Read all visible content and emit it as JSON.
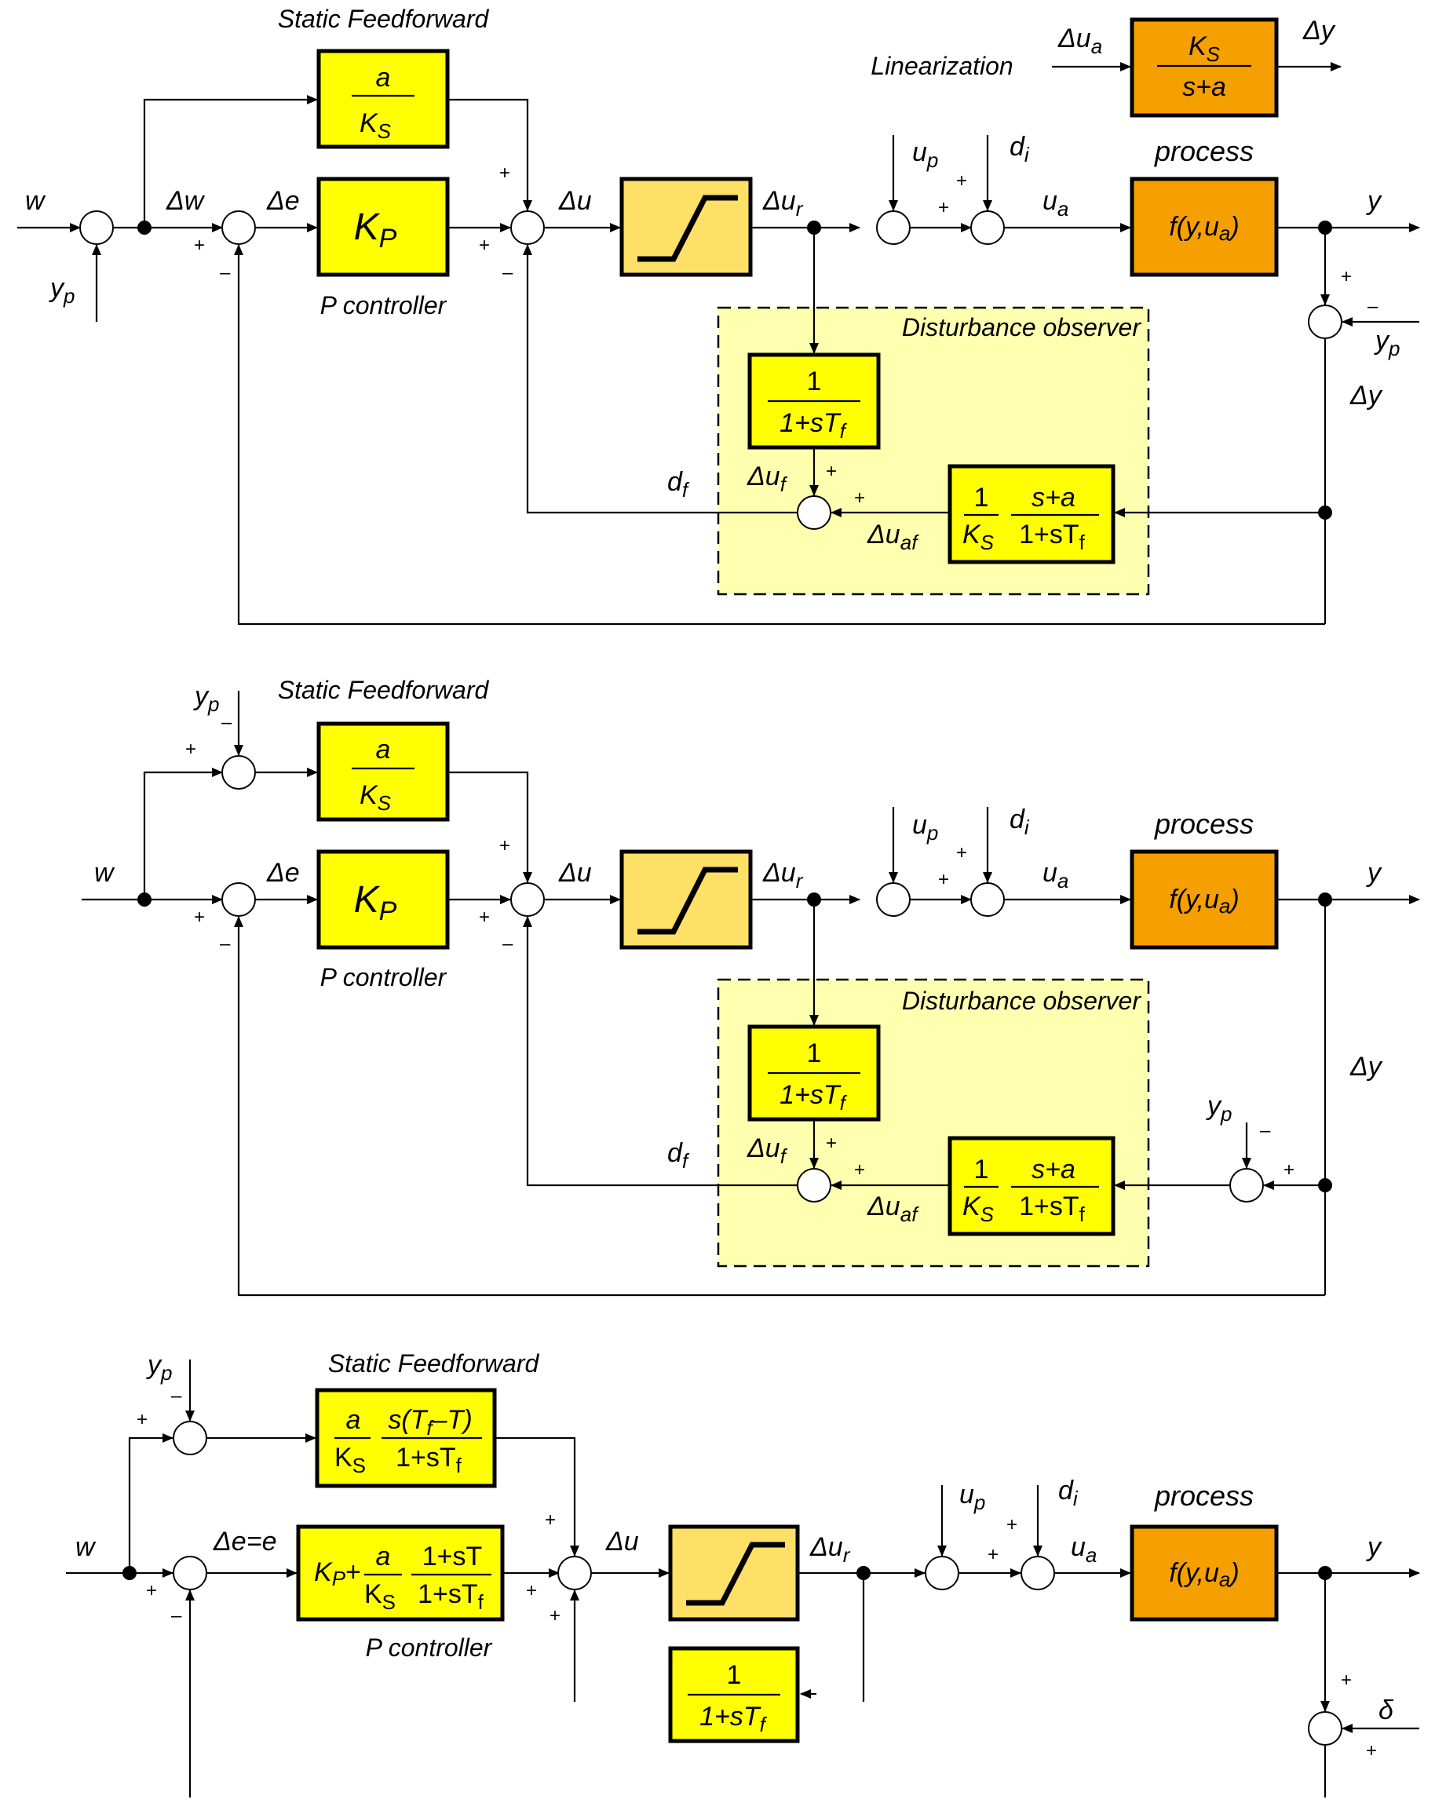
{
  "diagram_1": {
    "static_feedforward_label": "Static Feedforward",
    "feedforward_block": {
      "num": "a",
      "den_base": "K",
      "den_sub": "S"
    },
    "p_block": {
      "base": "K",
      "sub": "P"
    },
    "p_controller_label": "P controller",
    "saturation_block": "saturation-icon",
    "process_label": "process",
    "process_block": "f(y,u",
    "process_block_sub": "a",
    "process_block_end": ")",
    "linearization_label": "Linearization",
    "linearization_block": {
      "num_base": "K",
      "num_sub": "S",
      "den": "s+a"
    },
    "linearization_in": "Δu",
    "linearization_in_sub": "a",
    "linearization_out": "Δy",
    "disturbance_observer_label": "Disturbance observer",
    "filter_block": {
      "num": "1",
      "den": "1+sT",
      "den_sub": "f"
    },
    "inverse_block": {
      "num1": "1",
      "den1": "K",
      "den1_sub": "S",
      "num2": "s+a",
      "den2": "1+sT",
      "den2_sub": "f"
    },
    "signals": {
      "w": "w",
      "dw": "Δw",
      "de": "Δe",
      "du": "Δu",
      "dur": "Δu",
      "dur_sub": "r",
      "up": "u",
      "up_sub": "p",
      "di": "d",
      "di_sub": "i",
      "ua": "u",
      "ua_sub": "a",
      "y": "y",
      "yp": "y",
      "yp_sub": "p",
      "dy": "Δy",
      "duf": "Δu",
      "duf_sub": "f",
      "duaf": "Δu",
      "duaf_sub": "af",
      "df": "d",
      "df_sub": "f"
    },
    "signs": {
      "plus": "+",
      "minus": "–"
    }
  },
  "diagram_2": {
    "static_feedforward_label": "Static Feedforward",
    "p_controller_label": "P controller",
    "process_label": "process",
    "disturbance_observer_label": "Disturbance observer",
    "signals": {
      "w": "w",
      "de": "Δe",
      "du": "Δu",
      "dur": "Δu",
      "dur_sub": "r",
      "up": "u",
      "up_sub": "p",
      "di": "d",
      "di_sub": "i",
      "ua": "u",
      "ua_sub": "a",
      "y": "y",
      "yp": "y",
      "yp_sub": "p",
      "dy": "Δy",
      "duf": "Δu",
      "duf_sub": "f",
      "duaf": "Δu",
      "duaf_sub": "af",
      "df": "d",
      "df_sub": "f"
    }
  },
  "diagram_3": {
    "static_feedforward_label": "Static Feedforward",
    "p_controller_label": "P controller",
    "process_label": "process",
    "feedforward_block": {
      "a": "a",
      "ks": "K",
      "ks_sub": "S",
      "num2_a": "s(T",
      "num2_sub": "f",
      "num2_b": "–T)",
      "den2": "1+sT",
      "den2_sub": "f"
    },
    "controller_block": {
      "kp": "K",
      "kp_sub": "P",
      "plus": "+",
      "a": "a",
      "ks": "K",
      "ks_sub": "S",
      "num2": "1+sT",
      "den2": "1+sT",
      "den2_sub": "f"
    },
    "filter_block": {
      "num": "1",
      "den": "1+sT",
      "den_sub": "f"
    },
    "signals": {
      "w": "w",
      "de": "Δe=e",
      "du": "Δu",
      "dur": "Δu",
      "dur_sub": "r",
      "up": "u",
      "up_sub": "p",
      "di": "d",
      "di_sub": "i",
      "ua": "u",
      "ua_sub": "a",
      "y": "y",
      "yp": "y",
      "yp_sub": "p",
      "delta": "δ"
    }
  }
}
